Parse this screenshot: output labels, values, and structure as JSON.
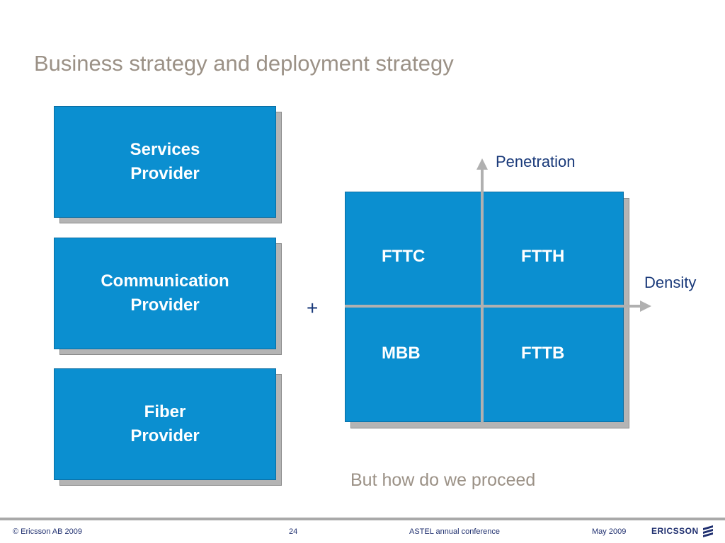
{
  "slide": {
    "title": "Business strategy and deployment strategy",
    "question": "But how do we proceed"
  },
  "providers": [
    {
      "label": "Services\nProvider"
    },
    {
      "label": "Communication\nProvider"
    },
    {
      "label": "Fiber\nProvider"
    }
  ],
  "matrix": {
    "y_axis_label": "Penetration",
    "x_axis_label": "Density",
    "plus_sign": "+",
    "cells": {
      "top_left": "FTTC",
      "top_right": "FTTH",
      "bottom_left": "MBB",
      "bottom_right": "FTTB"
    }
  },
  "footer": {
    "copyright": "© Ericsson AB 2009",
    "page_number": "24",
    "event": "ASTEL annual conference",
    "date": "May 2009",
    "logo_text": "ERICSSON"
  },
  "colors": {
    "box_blue": "#0b8fd0",
    "title_taupe": "#9b9186",
    "axis_gray": "#b0b0b0",
    "text_navy": "#1a3a7a"
  },
  "icons": [
    "ericsson-logo-icon",
    "arrow-up-icon",
    "arrow-right-icon"
  ]
}
